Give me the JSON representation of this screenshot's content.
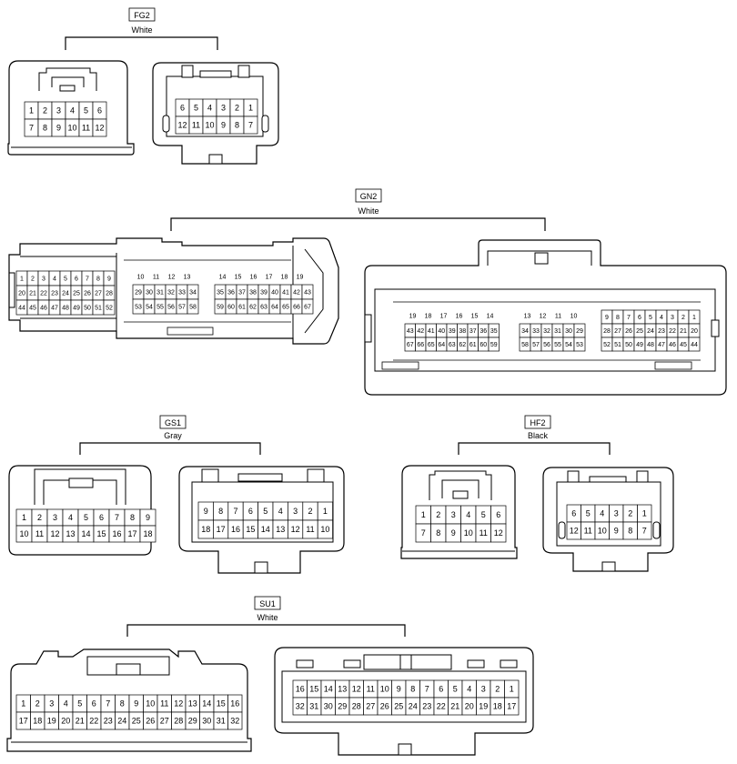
{
  "groups": [
    {
      "id": "FG2",
      "color": "White"
    },
    {
      "id": "GN2",
      "color": "White"
    },
    {
      "id": "GS1",
      "color": "Gray"
    },
    {
      "id": "HF2",
      "color": "Black"
    },
    {
      "id": "SU1",
      "color": "White"
    }
  ],
  "connectors": {
    "fg2_male": [
      [
        "1",
        "2",
        "3",
        "4",
        "5",
        "6"
      ],
      [
        "7",
        "8",
        "9",
        "10",
        "11",
        "12"
      ]
    ],
    "fg2_female": [
      [
        "6",
        "5",
        "4",
        "3",
        "2",
        "1"
      ],
      [
        "12",
        "11",
        "10",
        "9",
        "8",
        "7"
      ]
    ],
    "gn2_male_a": [
      [
        "1",
        "2",
        "3",
        "4",
        "5",
        "6",
        "7",
        "8",
        "9"
      ],
      [
        "20",
        "21",
        "22",
        "23",
        "24",
        "25",
        "26",
        "27",
        "28"
      ],
      [
        "44",
        "45",
        "46",
        "47",
        "48",
        "49",
        "50",
        "51",
        "52"
      ]
    ],
    "gn2_male_b_top": [
      "10",
      "11",
      "12",
      "13"
    ],
    "gn2_male_b": [
      [
        "29",
        "30",
        "31",
        "32",
        "33",
        "34"
      ],
      [
        "53",
        "54",
        "55",
        "56",
        "57",
        "58"
      ]
    ],
    "gn2_male_c_top": [
      "14",
      "15",
      "16",
      "17",
      "18",
      "19"
    ],
    "gn2_male_c": [
      [
        "35",
        "36",
        "37",
        "38",
        "39",
        "40",
        "41",
        "42",
        "43"
      ],
      [
        "59",
        "60",
        "61",
        "62",
        "63",
        "64",
        "65",
        "66",
        "67"
      ]
    ],
    "gn2_female_a_top": [
      "19",
      "18",
      "17",
      "16",
      "15",
      "14"
    ],
    "gn2_female_a": [
      [
        "43",
        "42",
        "41",
        "40",
        "39",
        "38",
        "37",
        "36",
        "35"
      ],
      [
        "67",
        "66",
        "65",
        "64",
        "63",
        "62",
        "61",
        "60",
        "59"
      ]
    ],
    "gn2_female_b_top": [
      "13",
      "12",
      "11",
      "10"
    ],
    "gn2_female_b": [
      [
        "34",
        "33",
        "32",
        "31",
        "30",
        "29"
      ],
      [
        "58",
        "57",
        "56",
        "55",
        "54",
        "53"
      ]
    ],
    "gn2_female_c": [
      [
        "9",
        "8",
        "7",
        "6",
        "5",
        "4",
        "3",
        "2",
        "1"
      ],
      [
        "28",
        "27",
        "26",
        "25",
        "24",
        "23",
        "22",
        "21",
        "20"
      ],
      [
        "52",
        "51",
        "50",
        "49",
        "48",
        "47",
        "46",
        "45",
        "44"
      ]
    ],
    "gs1_male": [
      [
        "1",
        "2",
        "3",
        "4",
        "5",
        "6",
        "7",
        "8",
        "9"
      ],
      [
        "10",
        "11",
        "12",
        "13",
        "14",
        "15",
        "16",
        "17",
        "18"
      ]
    ],
    "gs1_female": [
      [
        "9",
        "8",
        "7",
        "6",
        "5",
        "4",
        "3",
        "2",
        "1"
      ],
      [
        "18",
        "17",
        "16",
        "15",
        "14",
        "13",
        "12",
        "11",
        "10"
      ]
    ],
    "hf2_male": [
      [
        "1",
        "2",
        "3",
        "4",
        "5",
        "6"
      ],
      [
        "7",
        "8",
        "9",
        "10",
        "11",
        "12"
      ]
    ],
    "hf2_female": [
      [
        "6",
        "5",
        "4",
        "3",
        "2",
        "1"
      ],
      [
        "12",
        "11",
        "10",
        "9",
        "8",
        "7"
      ]
    ],
    "su1_male": [
      [
        "1",
        "2",
        "3",
        "4",
        "5",
        "6",
        "7",
        "8",
        "9",
        "10",
        "11",
        "12",
        "13",
        "14",
        "15",
        "16"
      ],
      [
        "17",
        "18",
        "19",
        "20",
        "21",
        "22",
        "23",
        "24",
        "25",
        "26",
        "27",
        "28",
        "29",
        "30",
        "31",
        "32"
      ]
    ],
    "su1_female": [
      [
        "16",
        "15",
        "14",
        "13",
        "12",
        "11",
        "10",
        "9",
        "8",
        "7",
        "6",
        "5",
        "4",
        "3",
        "2",
        "1"
      ],
      [
        "32",
        "31",
        "30",
        "29",
        "28",
        "27",
        "26",
        "25",
        "24",
        "23",
        "22",
        "21",
        "20",
        "19",
        "18",
        "17"
      ]
    ]
  }
}
